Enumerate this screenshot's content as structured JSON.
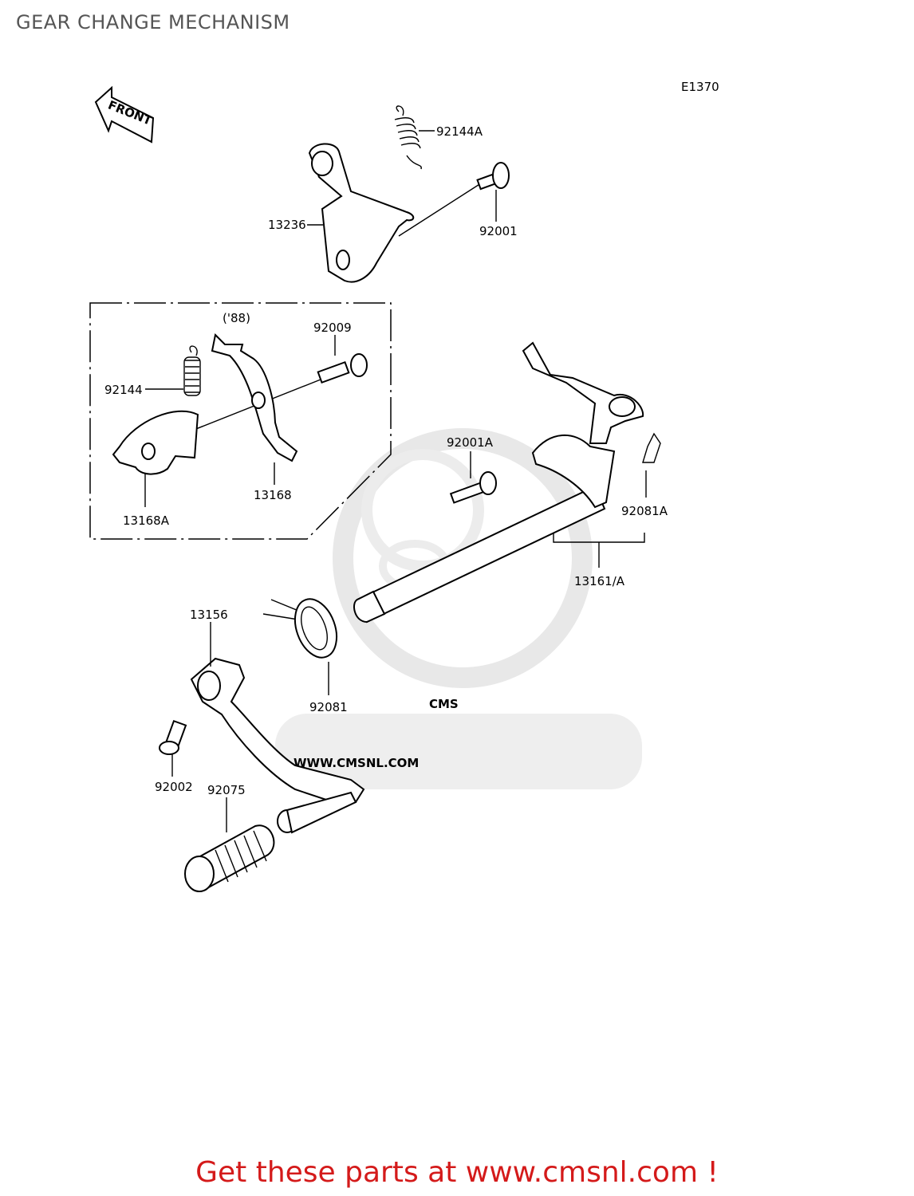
{
  "title": "GEAR CHANGE MECHANISM",
  "diagram_code": "E1370",
  "front_label": "FRONT",
  "year_note": "('88)",
  "watermark": {
    "brand": "CMS",
    "url": "WWW.CMSNL.COM"
  },
  "parts": {
    "p92144A": "92144A",
    "p13236": "13236",
    "p92001": "92001",
    "p92009": "92009",
    "p92144": "92144",
    "p13168": "13168",
    "p13168A": "13168A",
    "p92001A": "92001A",
    "p92081A": "92081A",
    "p13161A": "13161/A",
    "p13156": "13156",
    "p92081": "92081",
    "p92002": "92002",
    "p92075": "92075"
  },
  "cta_link": "Get these parts at www.cmsnl.com !",
  "colors": {
    "cta": "#d41a1a",
    "title": "#555555",
    "watermark": "#e6e6e6"
  }
}
